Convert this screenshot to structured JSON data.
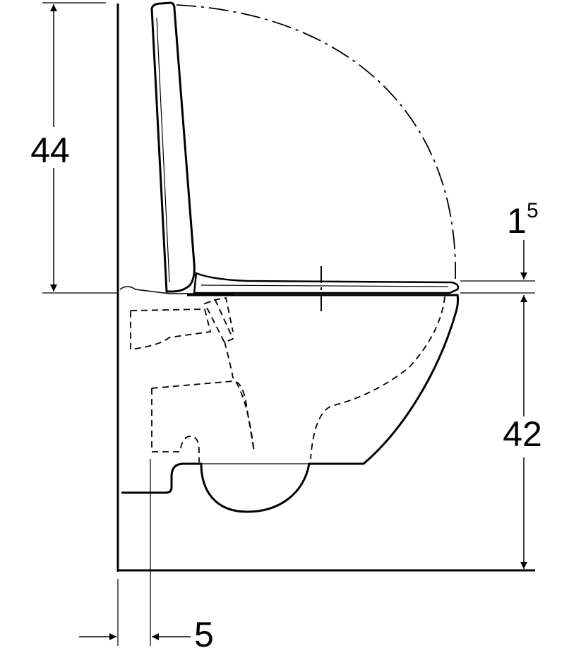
{
  "dimensions": {
    "lid_height": "44",
    "seat_thickness_main": "1",
    "seat_thickness_sup": "5",
    "seat_height": "42",
    "wall_offset": "5"
  },
  "colors": {
    "line": "#000000",
    "background": "#ffffff"
  }
}
